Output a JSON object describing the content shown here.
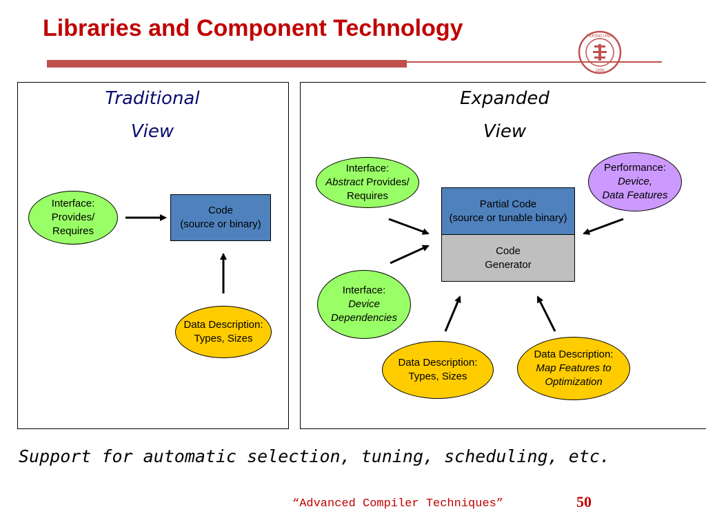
{
  "slide": {
    "title": "Libraries and Component Technology",
    "footer_statement": "Support for automatic selection, tuning, scheduling, etc.",
    "citation": "“Advanced Compiler Techniques”",
    "page_number": "50",
    "seal_text": "PEKING UNIVERSITY 1898"
  },
  "traditional": {
    "heading_line1": "Traditional",
    "heading_line2": "View",
    "interface": {
      "line1": "Interface:",
      "line2": "Provides/",
      "line3": "Requires"
    },
    "code": {
      "line1": "Code",
      "line2": "(source or binary)"
    },
    "data_desc": {
      "line1": "Data Description:",
      "line2": "Types, Sizes"
    }
  },
  "expanded": {
    "heading_line1": "Expanded",
    "heading_line2": "View",
    "interface_abstract": {
      "line1": "Interface:",
      "line2_italic": "Abstract",
      "line2_rest": " Provides/",
      "line3": "Requires"
    },
    "performance": {
      "line1": "Performance:",
      "line2": "Device,",
      "line3": "Data Features"
    },
    "partial_code": {
      "line1": "Partial Code",
      "line2": "(source or tunable binary)"
    },
    "code_generator": {
      "line1": "Code",
      "line2": "Generator"
    },
    "interface_device": {
      "line1": "Interface:",
      "line2": "Device",
      "line3": "Dependencies"
    },
    "data_desc_types": {
      "line1": "Data Description:",
      "line2": "Types, Sizes"
    },
    "data_desc_map": {
      "line1": "Data Description:",
      "line2": "Map Features to",
      "line3": "Optimization"
    }
  },
  "colors": {
    "title_red": "#c00000",
    "bar_red": "#c0504d",
    "ellipse_green": "#99ff66",
    "ellipse_yellow": "#ffcc00",
    "ellipse_purple": "#cc99ff",
    "box_blue": "#4f81bd",
    "box_grey": "#bfbfbf",
    "heading_navy": "#0a0a6e"
  }
}
